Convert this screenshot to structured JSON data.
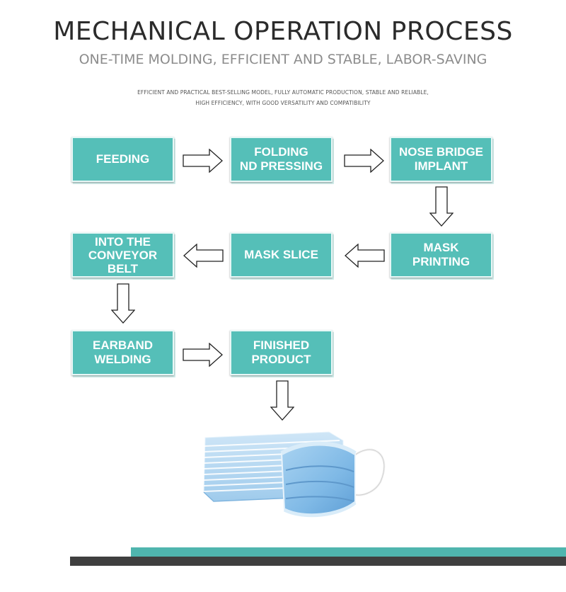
{
  "header": {
    "title": "MECHANICAL OPERATION PROCESS",
    "subtitle": "ONE-TIME MOLDING, EFFICIENT AND STABLE, LABOR-SAVING",
    "description_line1": "EFFICIENT AND PRACTICAL BEST-SELLING MODEL, FULLY AUTOMATIC PRODUCTION, STABLE AND RELIABLE,",
    "description_line2": "HIGH EFFICIENCY, WITH GOOD VERSATILITY AND COMPATIBILITY"
  },
  "steps": {
    "feeding": "FEEDING",
    "folding": "FOLDING\nND PRESSING",
    "nose_bridge": "NOSE BRIDGE\nIMPLANT",
    "mask_printing": "MASK\nPRINTING",
    "mask_slice": "MASK SLICE",
    "conveyor": "INTO THE\nCONVEYOR\nBELT",
    "earband": "EARBAND\nWELDING",
    "finished": "FINISHED\nPRODUCT"
  },
  "colors": {
    "step_fill": "#55bfb8",
    "accent_bar": "#4fb5ae",
    "dark_bar": "#3f3f3f",
    "mask_blue": "#8cc4ea"
  }
}
